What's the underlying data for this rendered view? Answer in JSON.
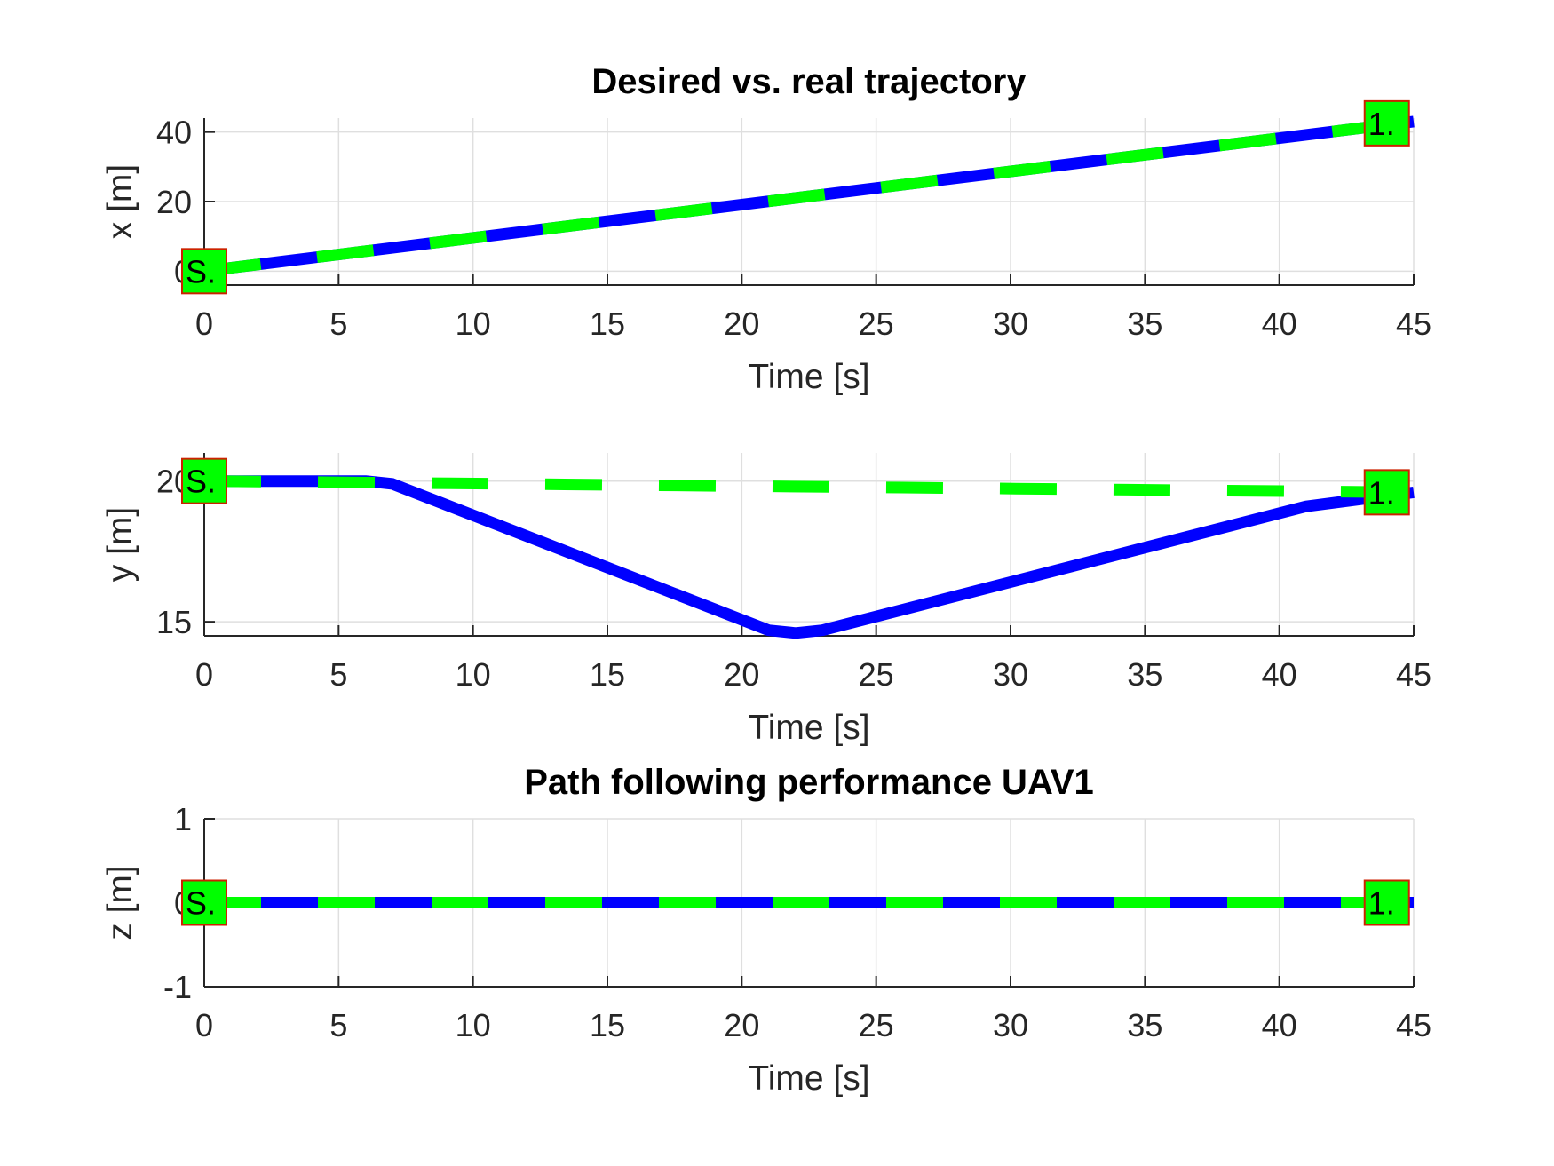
{
  "colors": {
    "real": "#0000ff",
    "desired": "#00ff00",
    "grid": "#dfdfdf",
    "axis": "#262626",
    "marker_fill": "#00ff00",
    "marker_edge": "#cc2200"
  },
  "chart_data": [
    {
      "type": "line",
      "title": "Desired vs. real trajectory",
      "xlabel": "Time [s]",
      "ylabel": "x [m]",
      "xlim": [
        0,
        45
      ],
      "ylim": [
        -4,
        44
      ],
      "xticks": [
        0,
        5,
        10,
        15,
        20,
        25,
        30,
        35,
        40,
        45
      ],
      "yticks": [
        0,
        20,
        40
      ],
      "grid": true,
      "series": [
        {
          "role": "real",
          "x": [
            0,
            45
          ],
          "y": [
            0,
            43
          ]
        },
        {
          "role": "desired",
          "x": [
            0,
            45
          ],
          "y": [
            0,
            43
          ]
        }
      ],
      "markers": [
        {
          "x": 0,
          "y": 0,
          "label": "S."
        },
        {
          "x": 44,
          "y": 42.5,
          "label": "1."
        }
      ]
    },
    {
      "type": "line",
      "title": "",
      "xlabel": "Time [s]",
      "ylabel": "y [m]",
      "xlim": [
        0,
        45
      ],
      "ylim": [
        14.5,
        21
      ],
      "xticks": [
        0,
        5,
        10,
        15,
        20,
        25,
        30,
        35,
        40,
        45
      ],
      "yticks": [
        15,
        20
      ],
      "grid": true,
      "series": [
        {
          "role": "real",
          "x": [
            0,
            6,
            7,
            21,
            22,
            23,
            41,
            45
          ],
          "y": [
            20,
            20,
            19.9,
            14.7,
            14.6,
            14.7,
            19.1,
            19.6
          ]
        },
        {
          "role": "desired",
          "x": [
            0,
            45
          ],
          "y": [
            20,
            19.6
          ]
        }
      ],
      "markers": [
        {
          "x": 0,
          "y": 20,
          "label": "S."
        },
        {
          "x": 44,
          "y": 19.6,
          "label": "1."
        }
      ]
    },
    {
      "type": "line",
      "title": "Path following performance  UAV1",
      "xlabel": "Time [s]",
      "ylabel": "z [m]",
      "xlim": [
        0,
        45
      ],
      "ylim": [
        -1,
        1
      ],
      "xticks": [
        0,
        5,
        10,
        15,
        20,
        25,
        30,
        35,
        40,
        45
      ],
      "yticks": [
        -1,
        0,
        1
      ],
      "grid": true,
      "series": [
        {
          "role": "real",
          "x": [
            0,
            45
          ],
          "y": [
            0,
            0
          ]
        },
        {
          "role": "desired",
          "x": [
            0,
            45
          ],
          "y": [
            0,
            0
          ]
        }
      ],
      "markers": [
        {
          "x": 0,
          "y": 0,
          "label": "S."
        },
        {
          "x": 44,
          "y": 0,
          "label": "1."
        }
      ]
    }
  ]
}
